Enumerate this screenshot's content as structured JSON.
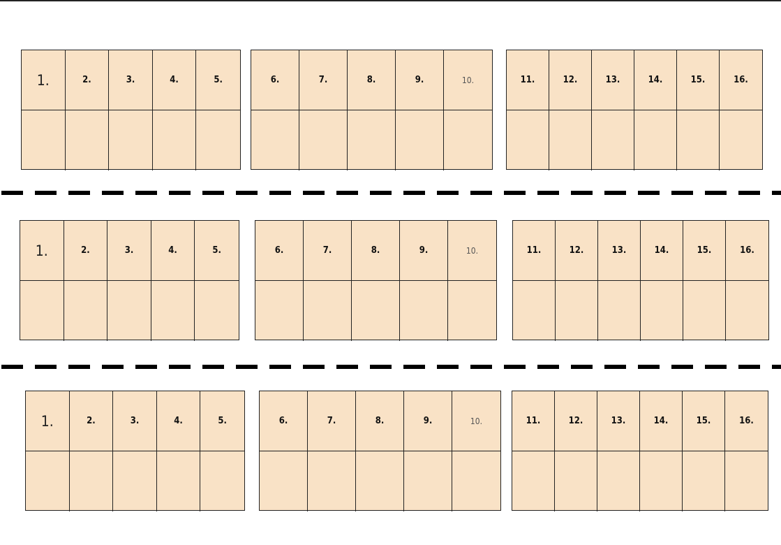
{
  "sections": [
    {
      "groups": [
        [
          "1.",
          "2.",
          "3.",
          "4.",
          "5."
        ],
        [
          "6.",
          "7.",
          "8.",
          "9.",
          "10."
        ],
        [
          "11.",
          "12.",
          "13.",
          "14.",
          "15.",
          "16."
        ]
      ]
    },
    {
      "groups": [
        [
          "1.",
          "2.",
          "3.",
          "4.",
          "5."
        ],
        [
          "6.",
          "7.",
          "8.",
          "9.",
          "10."
        ],
        [
          "11.",
          "12.",
          "13.",
          "14.",
          "15.",
          "16."
        ]
      ]
    },
    {
      "groups": [
        [
          "1.",
          "2.",
          "3.",
          "4.",
          "5."
        ],
        [
          "6.",
          "7.",
          "8.",
          "9.",
          "10."
        ],
        [
          "11.",
          "12.",
          "13.",
          "14.",
          "15.",
          "16."
        ]
      ]
    }
  ],
  "colors": {
    "cell_fill": "#f9e2c6",
    "border": "#222222",
    "cut_line": "#000000"
  }
}
